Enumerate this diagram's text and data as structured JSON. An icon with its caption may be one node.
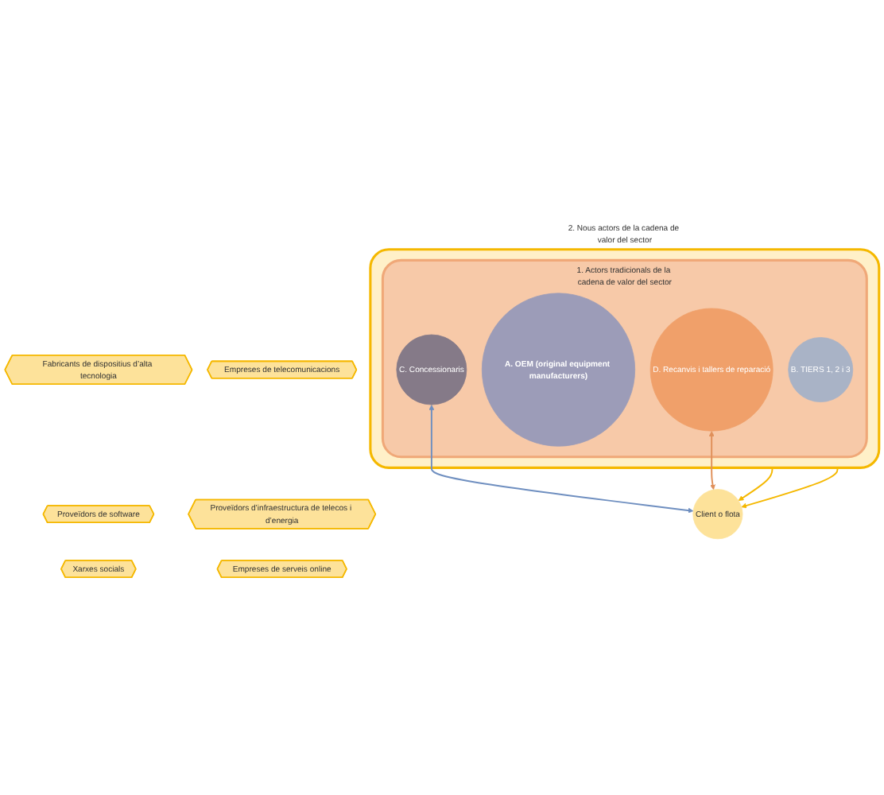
{
  "diagram": {
    "nodes": [
      {
        "text": [
          "2. Nous actors de la cadena de valor del sector"
        ]
      },
      {
        "text": [
          "Fabricants de dispositius d’alta tecnologia"
        ]
      },
      {
        "text": [
          "Empreses de telecomunicacions"
        ]
      },
      {
        "text": [
          "1. Actors tradicionals de la cadena de valor del sector"
        ],
        "in": 0
      },
      {
        "text": [
          "B. TIERS 1, 2 i 3"
        ],
        "in": 3
      },
      {
        "text": [
          "A. OEM (original equipment manufacturers)"
        ],
        "in": 3
      },
      {
        "text": [
          "Proveïdors de software"
        ]
      },
      {
        "text": [
          "Proveïdors d’infraestructura de telecos i d’energia"
        ]
      },
      {
        "text": [
          "D. Recanvis i tallers de reparació"
        ],
        "in": 3
      },
      {
        "text": [
          "C. Concessionaris"
        ],
        "in": 3
      },
      {
        "text": [
          "Xarxes socials"
        ]
      },
      {
        "text": [
          "Empreses de serveis online"
        ]
      },
      {
        "text": [
          "Client o flota"
        ]
      }
    ],
    "edges": [
      {
        "from": 9,
        "to": 12,
        "arrow": "both",
        "color": "#6f8fc0"
      },
      {
        "from": 8,
        "to": 12,
        "arrow": "both",
        "color": "#e0905a"
      },
      {
        "from": 0,
        "to": 12,
        "arrow": "to"
      },
      {
        "from": 0,
        "to": 12,
        "arrow": "to"
      }
    ]
  }
}
